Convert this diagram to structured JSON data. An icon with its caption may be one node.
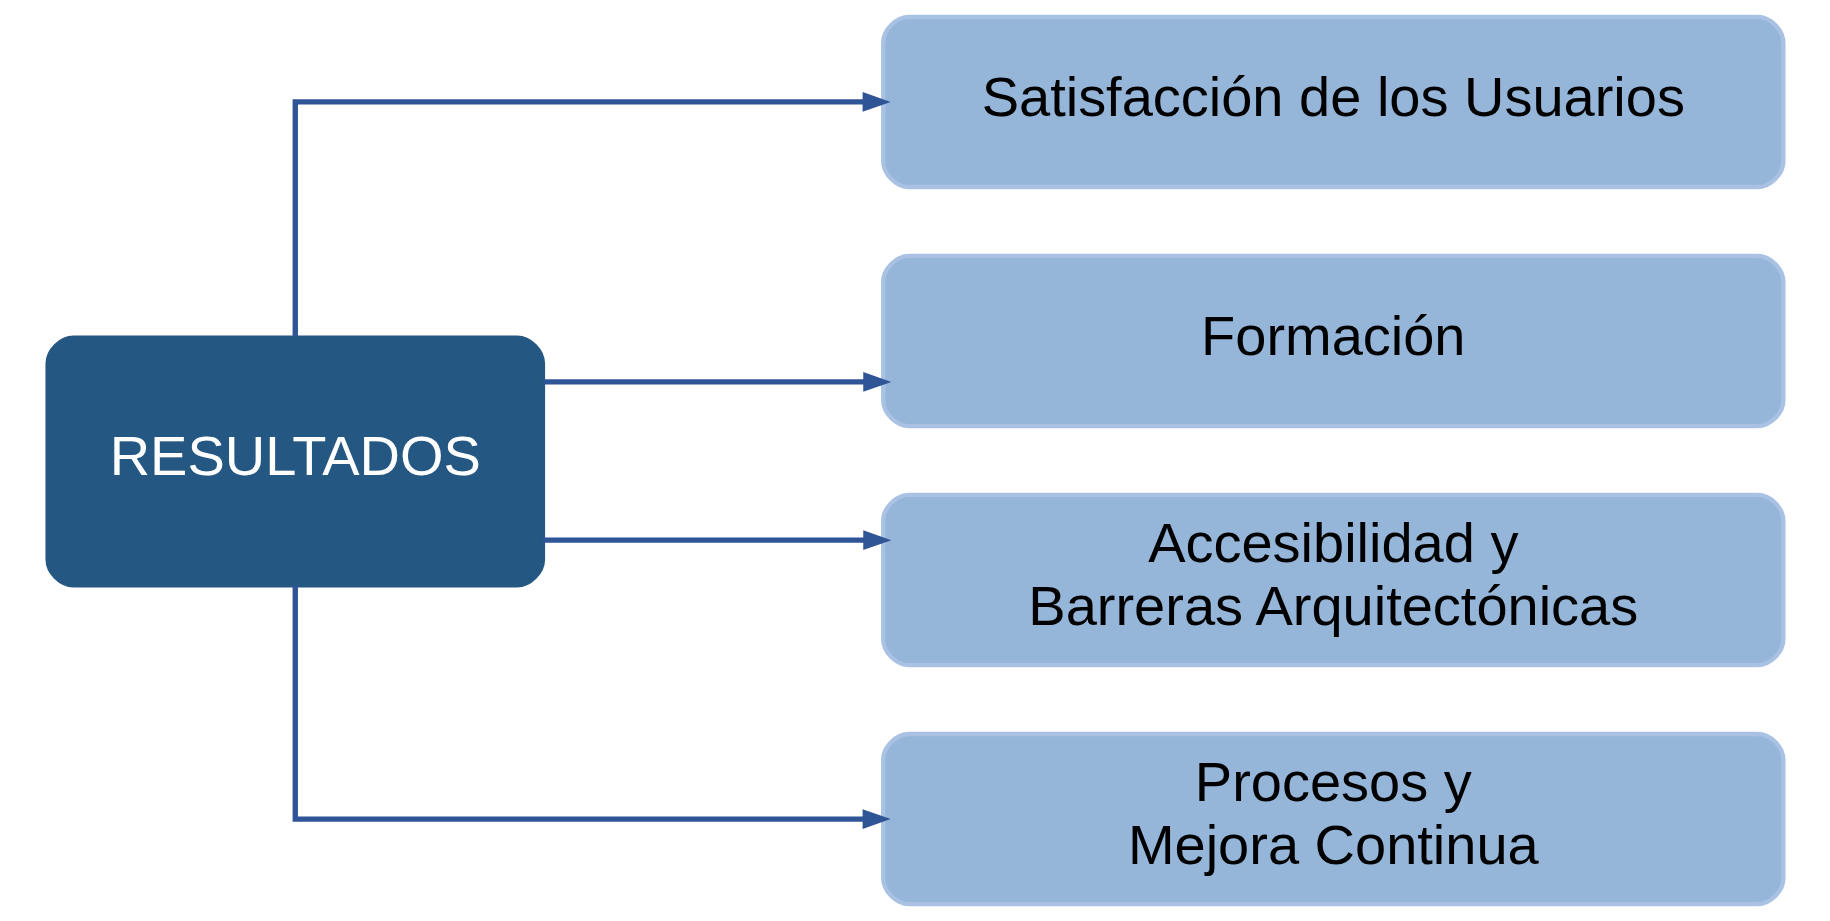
{
  "diagram": {
    "nodes": [
      {
        "text": [
          "RESULTADOS"
        ]
      },
      {
        "text": [
          "Satisfacción de los Usuarios"
        ]
      },
      {
        "text": [
          "Formación"
        ]
      },
      {
        "text": [
          "Accesibilidad y Barreras Arquitectónicas"
        ]
      },
      {
        "text": [
          "Procesos y Mejora Continua"
        ]
      }
    ],
    "edges": [
      {
        "from": 0,
        "to": 1,
        "arrow": "to"
      },
      {
        "from": 0,
        "to": 2,
        "arrow": "to"
      },
      {
        "from": 0,
        "to": 3,
        "arrow": "to"
      },
      {
        "from": 0,
        "to": 4,
        "arrow": "to"
      }
    ]
  }
}
